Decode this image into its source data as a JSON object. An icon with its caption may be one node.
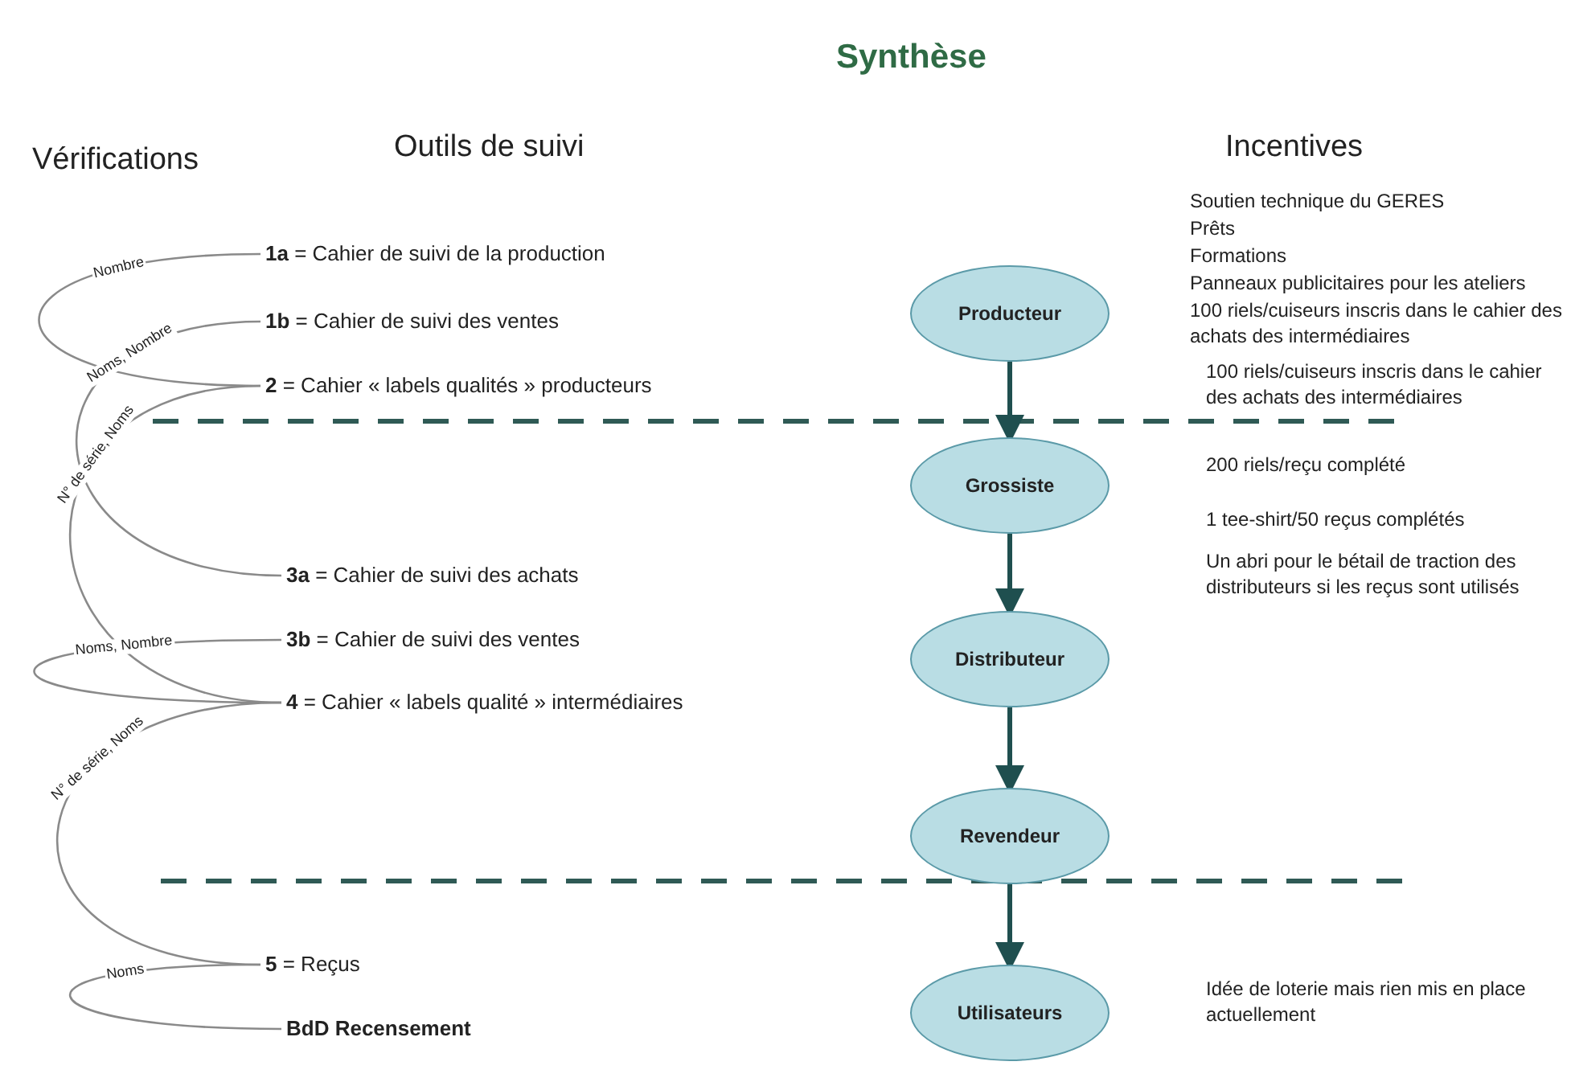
{
  "diagram": {
    "title": "Synthèse",
    "nodes": [
      {
        "text": [
          "Producteur"
        ]
      },
      {
        "text": [
          "Grossiste"
        ]
      },
      {
        "text": [
          "Distributeur"
        ]
      },
      {
        "text": [
          "Revendeur"
        ]
      },
      {
        "text": [
          "Utilisateurs"
        ]
      },
      {
        "text": [
          "**1a** = Cahier de suivi de la production"
        ]
      },
      {
        "text": [
          "**1b** = Cahier de suivi des ventes"
        ]
      },
      {
        "text": [
          "**2** = Cahier « labels qualités » producteurs"
        ]
      },
      {
        "text": [
          "**3a** = Cahier de suivi des achats"
        ]
      },
      {
        "text": [
          "**3b** = Cahier de suivi des ventes"
        ]
      },
      {
        "text": [
          "**4** = Cahier « labels qualité » intermédiaires"
        ]
      },
      {
        "text": [
          "**5** = Reçus"
        ]
      },
      {
        "text": [
          "BdD Recensement"
        ]
      }
    ],
    "edges": [
      {
        "from": 0,
        "to": 1,
        "arrow": "to",
        "style": "thick",
        "color": "#1f4f4f"
      },
      {
        "from": 1,
        "to": 2,
        "arrow": "to",
        "style": "thick",
        "color": "#1f4f4f"
      },
      {
        "from": 2,
        "to": 3,
        "arrow": "to",
        "style": "thick",
        "color": "#1f4f4f"
      },
      {
        "from": 3,
        "to": 4,
        "arrow": "to",
        "style": "thick",
        "color": "#1f4f4f"
      },
      {
        "from": 5,
        "to": 7,
        "arrow": "none",
        "label": "Nombre"
      },
      {
        "from": 6,
        "to": 8,
        "arrow": "none",
        "label": "Noms, Nombre"
      },
      {
        "from": 7,
        "to": 10,
        "arrow": "none",
        "label": "N° de série, Noms"
      },
      {
        "from": 9,
        "to": 10,
        "arrow": "none",
        "label": "Noms, Nombre"
      },
      {
        "from": 10,
        "to": 11,
        "arrow": "none",
        "label": "N° de série, Noms"
      },
      {
        "from": 11,
        "to": 12,
        "arrow": "none",
        "label": "Noms"
      }
    ],
    "labels": [
      "Vérifications",
      "Outils de suivi",
      "Incentives",
      "Soutien technique du GERES",
      "Prêts",
      "Formations",
      "Panneaux publicitaires pour les ateliers",
      "100 riels/cuiseurs inscris dans le cahier des achats des intermédiaires",
      "100 riels/cuiseurs inscris dans le cahier des achats des intermédiaires",
      "200 riels/reçu complété",
      "1 tee-shirt/50 reçus complétés",
      "Un abri pour le bétail de traction des distributeurs si les reçus sont utilisés",
      "Idée de loterie mais rien mis en place actuellement"
    ]
  }
}
